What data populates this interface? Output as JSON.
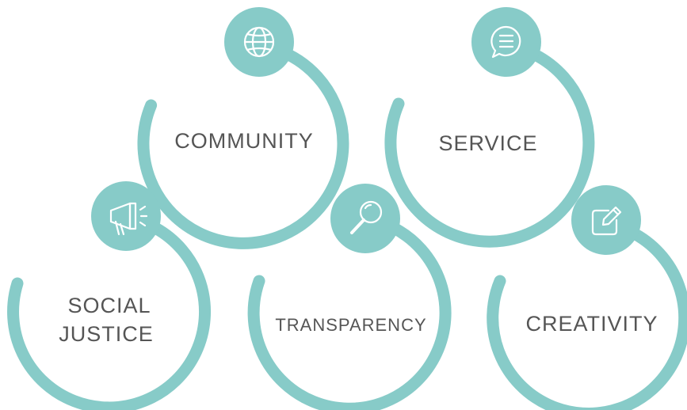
{
  "theme": {
    "accent": "#87cbc8",
    "text": "#555555",
    "background": "#ffffff"
  },
  "values": [
    {
      "id": "community",
      "label_lines": [
        "COMMUNITY"
      ],
      "icon": "globe-icon"
    },
    {
      "id": "service",
      "label_lines": [
        "SERVICE"
      ],
      "icon": "chat-bubble-icon"
    },
    {
      "id": "social-justice",
      "label_lines": [
        "SOCIAL",
        "JUSTICE"
      ],
      "icon": "megaphone-icon"
    },
    {
      "id": "transparency",
      "label_lines": [
        "TRANSPARENCY"
      ],
      "icon": "magnifier-icon"
    },
    {
      "id": "creativity",
      "label_lines": [
        "CREATIVITY"
      ],
      "icon": "edit-icon"
    }
  ]
}
